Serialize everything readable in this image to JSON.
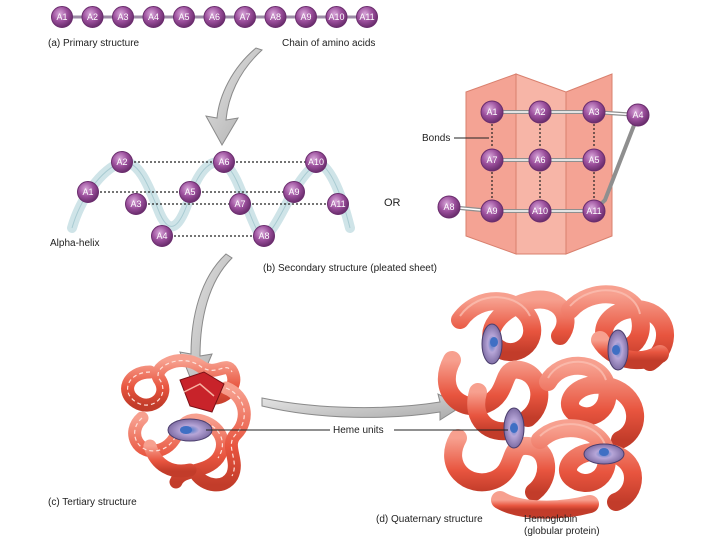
{
  "primary": {
    "amino_acids": [
      "A1",
      "A2",
      "A3",
      "A4",
      "A5",
      "A6",
      "A7",
      "A8",
      "A9",
      "A10",
      "A11"
    ],
    "label": "(a) Primary structure",
    "chain_label": "Chain of amino acids"
  },
  "helix": {
    "label": "Alpha-helix",
    "nodes": [
      "A1",
      "A2",
      "A3",
      "A4",
      "A5",
      "A6",
      "A7",
      "A8",
      "A9",
      "A10",
      "A11"
    ]
  },
  "or_label": "OR",
  "sheet": {
    "bonds_label": "Bonds",
    "nodes": [
      "A1",
      "A2",
      "A3",
      "A4",
      "A5",
      "A6",
      "A7",
      "A8",
      "A9",
      "A10",
      "A11"
    ]
  },
  "secondary_label": "(b) Secondary structure (pleated sheet)",
  "tertiary_label": "(c) Tertiary structure",
  "heme_label": "Heme units",
  "quaternary_label": "(d) Quaternary structure",
  "hemoglobin_label_1": "Hemoglobin",
  "hemoglobin_label_2": "(globular protein)",
  "colors": {
    "amino": "#9b4f9c",
    "amino_edge": "#6a2d6d",
    "helix_ribbon": "#cfe4e8",
    "sheet": "#f4a394",
    "protein": "#ee6a55",
    "arrow": "#c8c8c8"
  }
}
